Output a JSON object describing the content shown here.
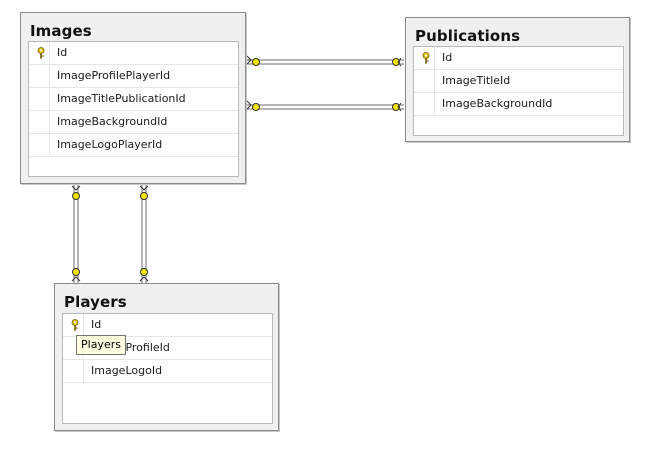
{
  "tables": {
    "images": {
      "title": "Images",
      "columns": [
        {
          "name": "Id",
          "primary_key": true
        },
        {
          "name": "ImageProfilePlayerId",
          "primary_key": false
        },
        {
          "name": "ImageTitlePublicationId",
          "primary_key": false
        },
        {
          "name": "ImageBackgroundId",
          "primary_key": false
        },
        {
          "name": "ImageLogoPlayerId",
          "primary_key": false
        }
      ]
    },
    "publications": {
      "title": "Publications",
      "columns": [
        {
          "name": "Id",
          "primary_key": true
        },
        {
          "name": "ImageTitleId",
          "primary_key": false
        },
        {
          "name": "ImageBackgroundId",
          "primary_key": false
        }
      ]
    },
    "players": {
      "title": "Players",
      "columns": [
        {
          "name": "Id",
          "primary_key": true
        },
        {
          "name": "ImageProfileId",
          "primary_key": false
        },
        {
          "name": "ImageLogoId",
          "primary_key": false
        }
      ]
    }
  },
  "tooltip": {
    "text": "Players"
  },
  "colors": {
    "relationship_line": "#6b6b6b",
    "key_icon": "#e8c400",
    "endpoint_fill": "#f5e600"
  }
}
